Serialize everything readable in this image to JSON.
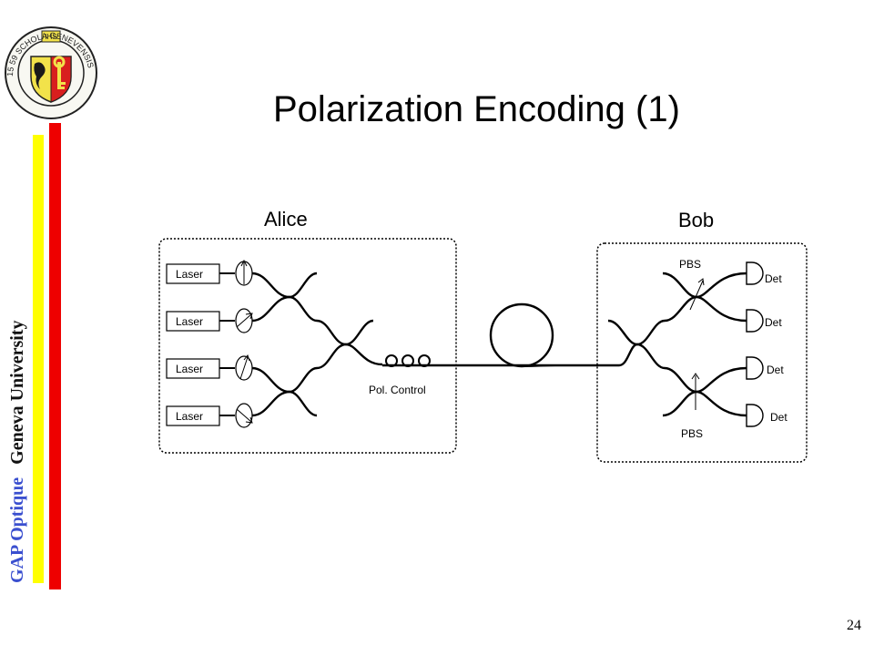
{
  "slide": {
    "title": "Polarization Encoding (1)",
    "page_number": "24"
  },
  "sidebar": {
    "org_name": "GAP Optique",
    "university": "Geneva University",
    "seal_text": "15 59 SCHOLA GENEVENSIS",
    "seal_banner": "IHS",
    "colors": {
      "org": "#3a4fcf",
      "yellow_bar": "#ffff00",
      "red_bar": "#ee0000"
    }
  },
  "diagram": {
    "alice_label": "Alice",
    "bob_label": "Bob",
    "lasers": [
      "Laser",
      "Laser",
      "Laser",
      "Laser"
    ],
    "pol_control_label": "Pol. Control",
    "pbs_top_label": "PBS",
    "pbs_bottom_label": "PBS",
    "detectors": [
      "Det",
      "Det",
      "Det",
      "Det"
    ]
  }
}
